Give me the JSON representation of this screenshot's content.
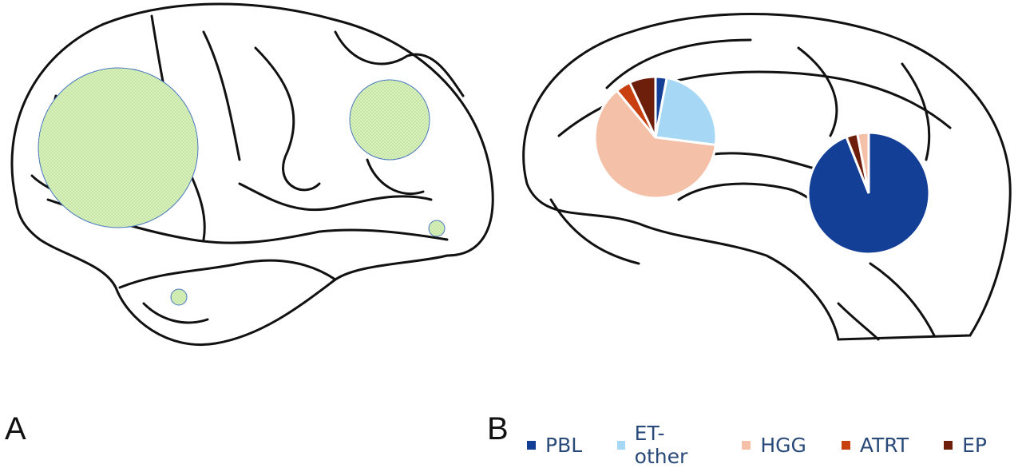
{
  "panels": {
    "a": "A",
    "b": "B"
  },
  "legend": [
    {
      "label": "PBL",
      "color": "#143f97"
    },
    {
      "label": "ET-other",
      "color": "#a6d8f6"
    },
    {
      "label": "HGG",
      "color": "#f5c0a8"
    },
    {
      "label": "ATRT",
      "color": "#c8400f"
    },
    {
      "label": "EP",
      "color": "#6e1f0c"
    }
  ],
  "panel_a_circles": [
    {
      "region": "frontal",
      "relative_size": 1.0
    },
    {
      "region": "parietal",
      "relative_size": 0.5
    },
    {
      "region": "occipital",
      "relative_size": 0.1
    },
    {
      "region": "temporal",
      "relative_size": 0.1
    }
  ],
  "chart_data": {
    "type": "pie",
    "pies": [
      {
        "location": "supratentorial",
        "slices": [
          {
            "label": "PBL",
            "value": 3
          },
          {
            "label": "ET-other",
            "value": 24
          },
          {
            "label": "HGG",
            "value": 62
          },
          {
            "label": "ATRT",
            "value": 4
          },
          {
            "label": "EP",
            "value": 7
          }
        ]
      },
      {
        "location": "infratentorial",
        "slices": [
          {
            "label": "PBL",
            "value": 94
          },
          {
            "label": "EP",
            "value": 3
          },
          {
            "label": "HGG",
            "value": 3
          }
        ]
      }
    ]
  }
}
